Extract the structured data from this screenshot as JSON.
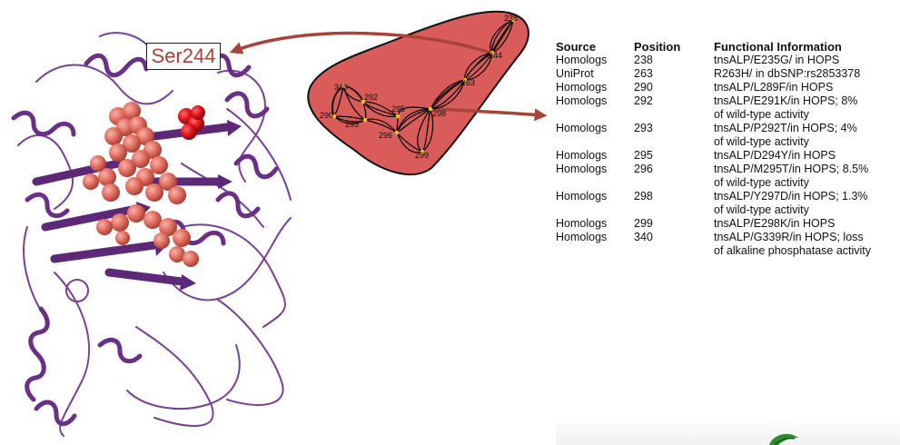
{
  "callout_label": "Ser244",
  "network": {
    "node_labels": [
      "238",
      "244",
      "263",
      "298",
      "299",
      "296",
      "295",
      "292",
      "293",
      "290",
      "340"
    ]
  },
  "table": {
    "headers": {
      "source": "Source",
      "position": "Position",
      "info": "Functional Information"
    },
    "rows": [
      {
        "source": "Homologs",
        "position": "238",
        "info": [
          "tnsALP/E235G/ in HOPS"
        ]
      },
      {
        "source": "UniProt",
        "position": "263",
        "info": [
          "R263H/ in dbSNP:rs2853378"
        ]
      },
      {
        "source": "Homologs",
        "position": "290",
        "info": [
          "tnsALP/L289F/in HOPS"
        ]
      },
      {
        "source": "Homologs",
        "position": "292",
        "info": [
          "tnsALP/E291K/in HOPS; 8%",
          "of wild-type activity"
        ]
      },
      {
        "source": "Homologs",
        "position": "293",
        "info": [
          "tnsALP/P292T/in HOPS; 4%",
          "of wild-type activity"
        ]
      },
      {
        "source": "Homologs",
        "position": "295",
        "info": [
          "tnsALP/D294Y/in HOPS"
        ]
      },
      {
        "source": "Homologs",
        "position": "296",
        "info": [
          "tnsALP/M295T/in HOPS; 8.5%",
          "of wild-type activity"
        ]
      },
      {
        "source": "Homologs",
        "position": "298",
        "info": [
          "tnsALP/Y297D/in HOPS; 1.3%",
          "of wild-type activity"
        ]
      },
      {
        "source": "Homologs",
        "position": "299",
        "info": [
          "tnsALP/E298K/in HOPS"
        ]
      },
      {
        "source": "Homologs",
        "position": "340",
        "info": [
          "tnsALP/G339R/in HOPS; loss",
          "of alkaline phosphatase activity"
        ]
      }
    ]
  },
  "colors": {
    "ribbon": "#6a2f86",
    "highlight_spheres": "#e36f62",
    "ser244_sphere": "#e0141c",
    "blob_fill": "#d95c5a",
    "arrow": "#a8433a",
    "node": "#e8c21a"
  }
}
